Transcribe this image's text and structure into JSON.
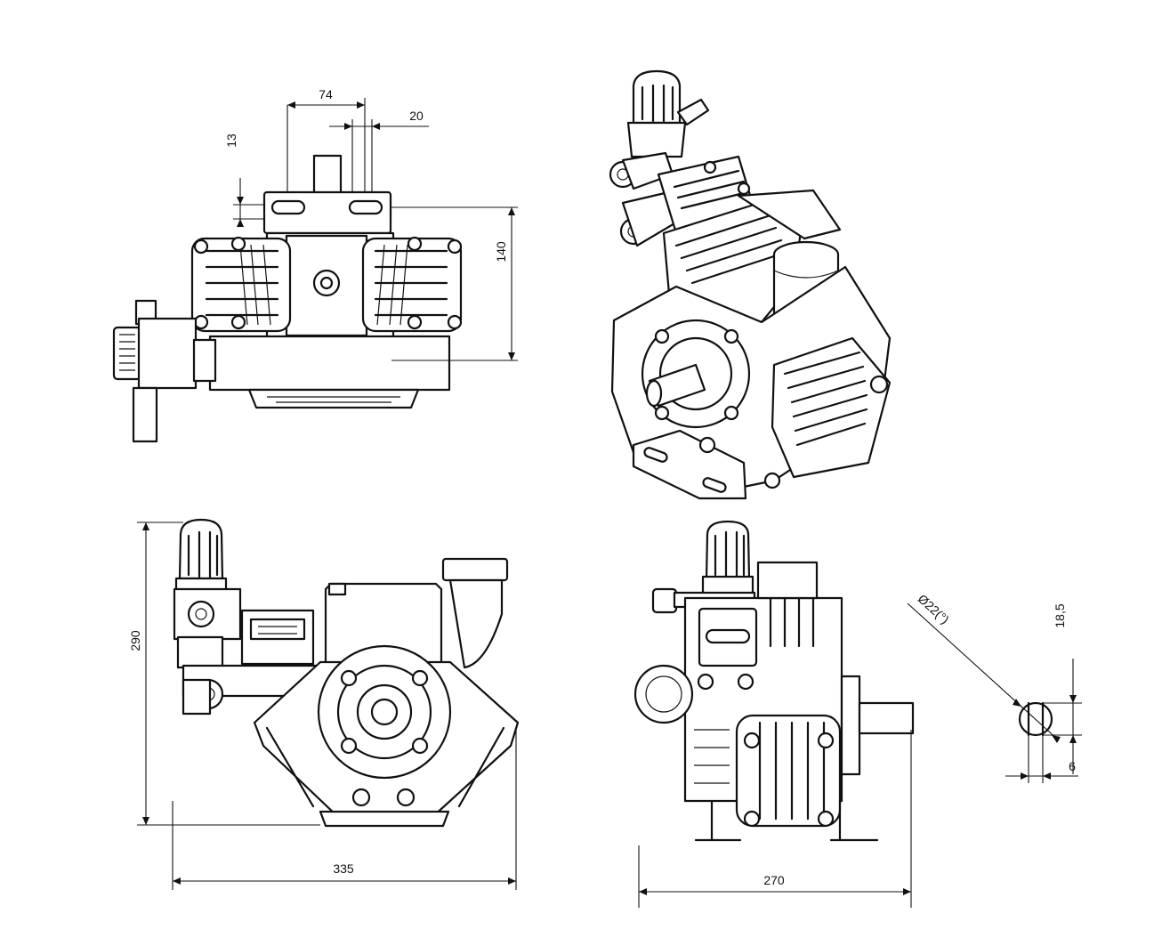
{
  "colors": {
    "line": "#111111",
    "background": "#ffffff"
  },
  "dimensions": {
    "d74": "74",
    "d20": "20",
    "d13": "13",
    "d140": "140",
    "d290": "290",
    "d335": "335",
    "d270": "270",
    "d18_5": "18,5",
    "d6": "6",
    "dia22": "Ø22(°)"
  }
}
